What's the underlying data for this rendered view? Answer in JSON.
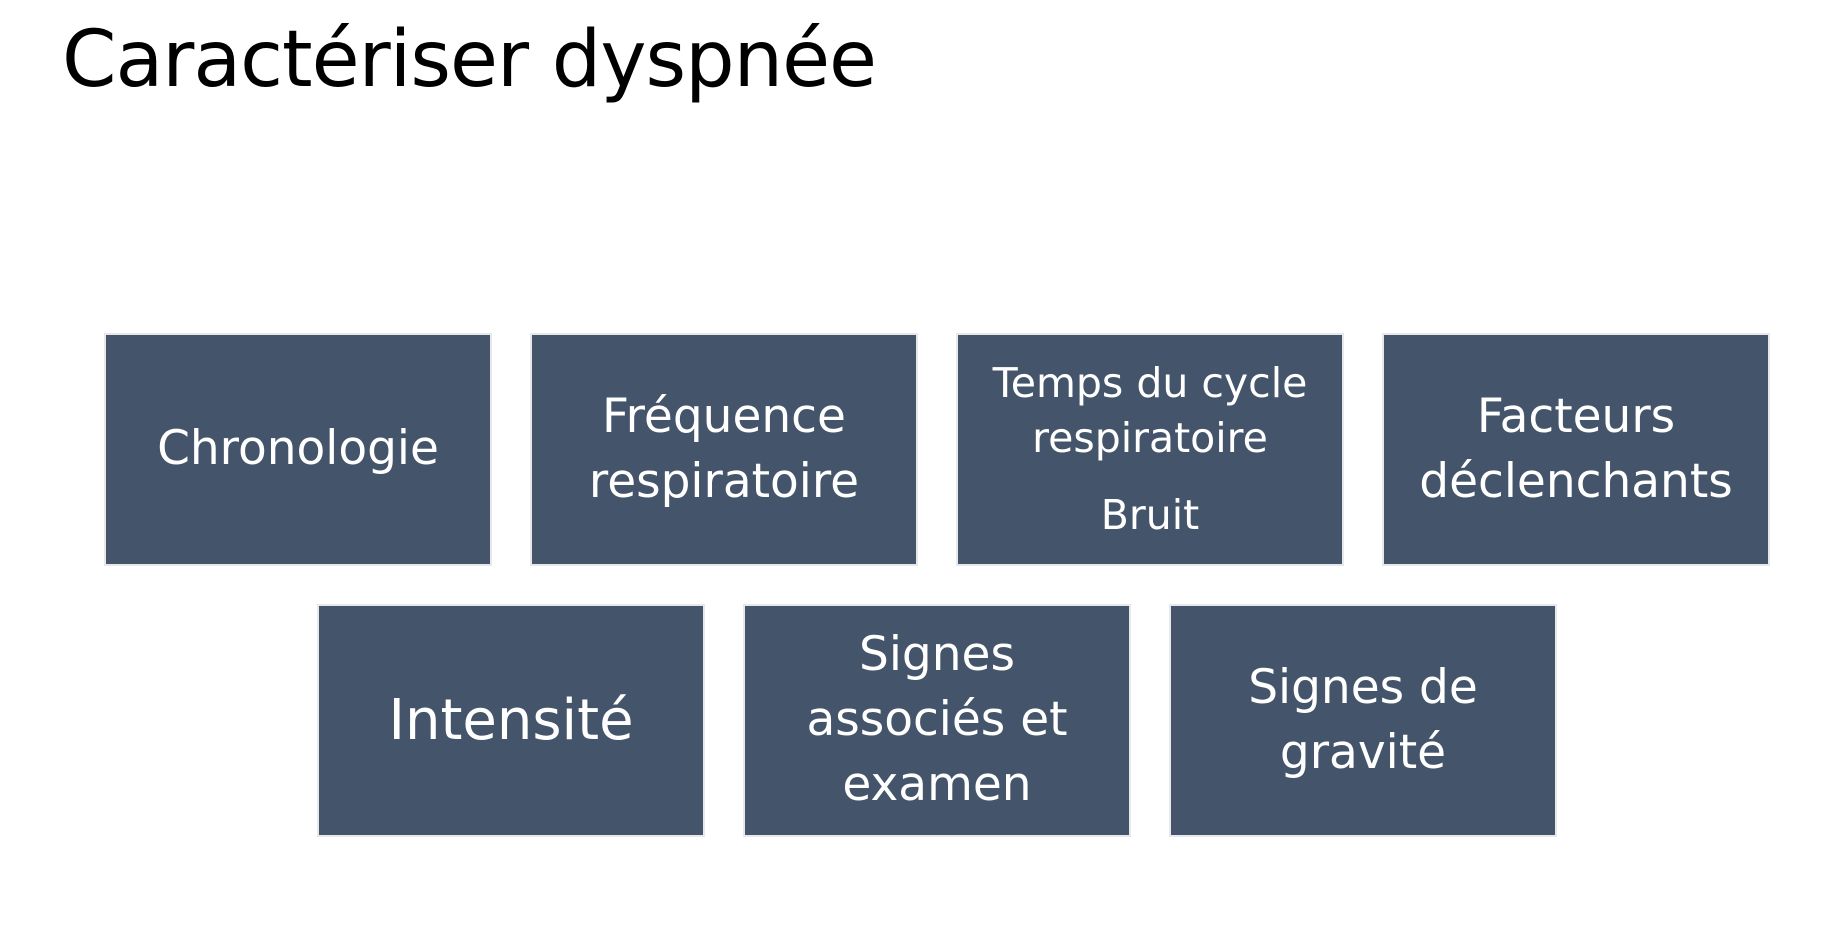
{
  "title": "Caractériser dyspnée",
  "boxes": [
    {
      "label": "Chronologie"
    },
    {
      "label": "Fréquence\nrespiratoire"
    },
    {
      "label": "Temps du cycle\nrespiratoire",
      "sublabel": "Bruit"
    },
    {
      "label": "Facteurs\ndéclenchants"
    },
    {
      "label": "Intensité"
    },
    {
      "label": "Signes\nassociés et\nexamen"
    },
    {
      "label": "Signes de\ngravité"
    }
  ],
  "colors": {
    "box_fill": "#44546a",
    "box_text": "#ffffff",
    "title_text": "#000000"
  }
}
